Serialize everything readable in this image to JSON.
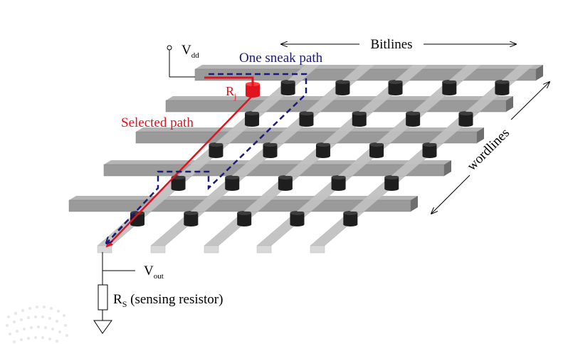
{
  "labels": {
    "vdd_main": "V",
    "vdd_sub": "dd",
    "bitlines": "Bitlines",
    "wordlines": "wordlines",
    "sneak_path": "One sneak path",
    "rj_main": "R",
    "rj_sub": "j",
    "selected_path": "Selected path",
    "vout_main": "V",
    "vout_sub": "out",
    "rs_main": "R",
    "rs_sub": "S",
    "rs_desc": " (sensing resistor)"
  },
  "colors": {
    "selected": "#e0141e",
    "sneak": "#1a1a78",
    "wordline": "#9a9a9a",
    "bitline": "#c4c4c4",
    "device": "#1e1e1e",
    "text": "#000000"
  }
}
